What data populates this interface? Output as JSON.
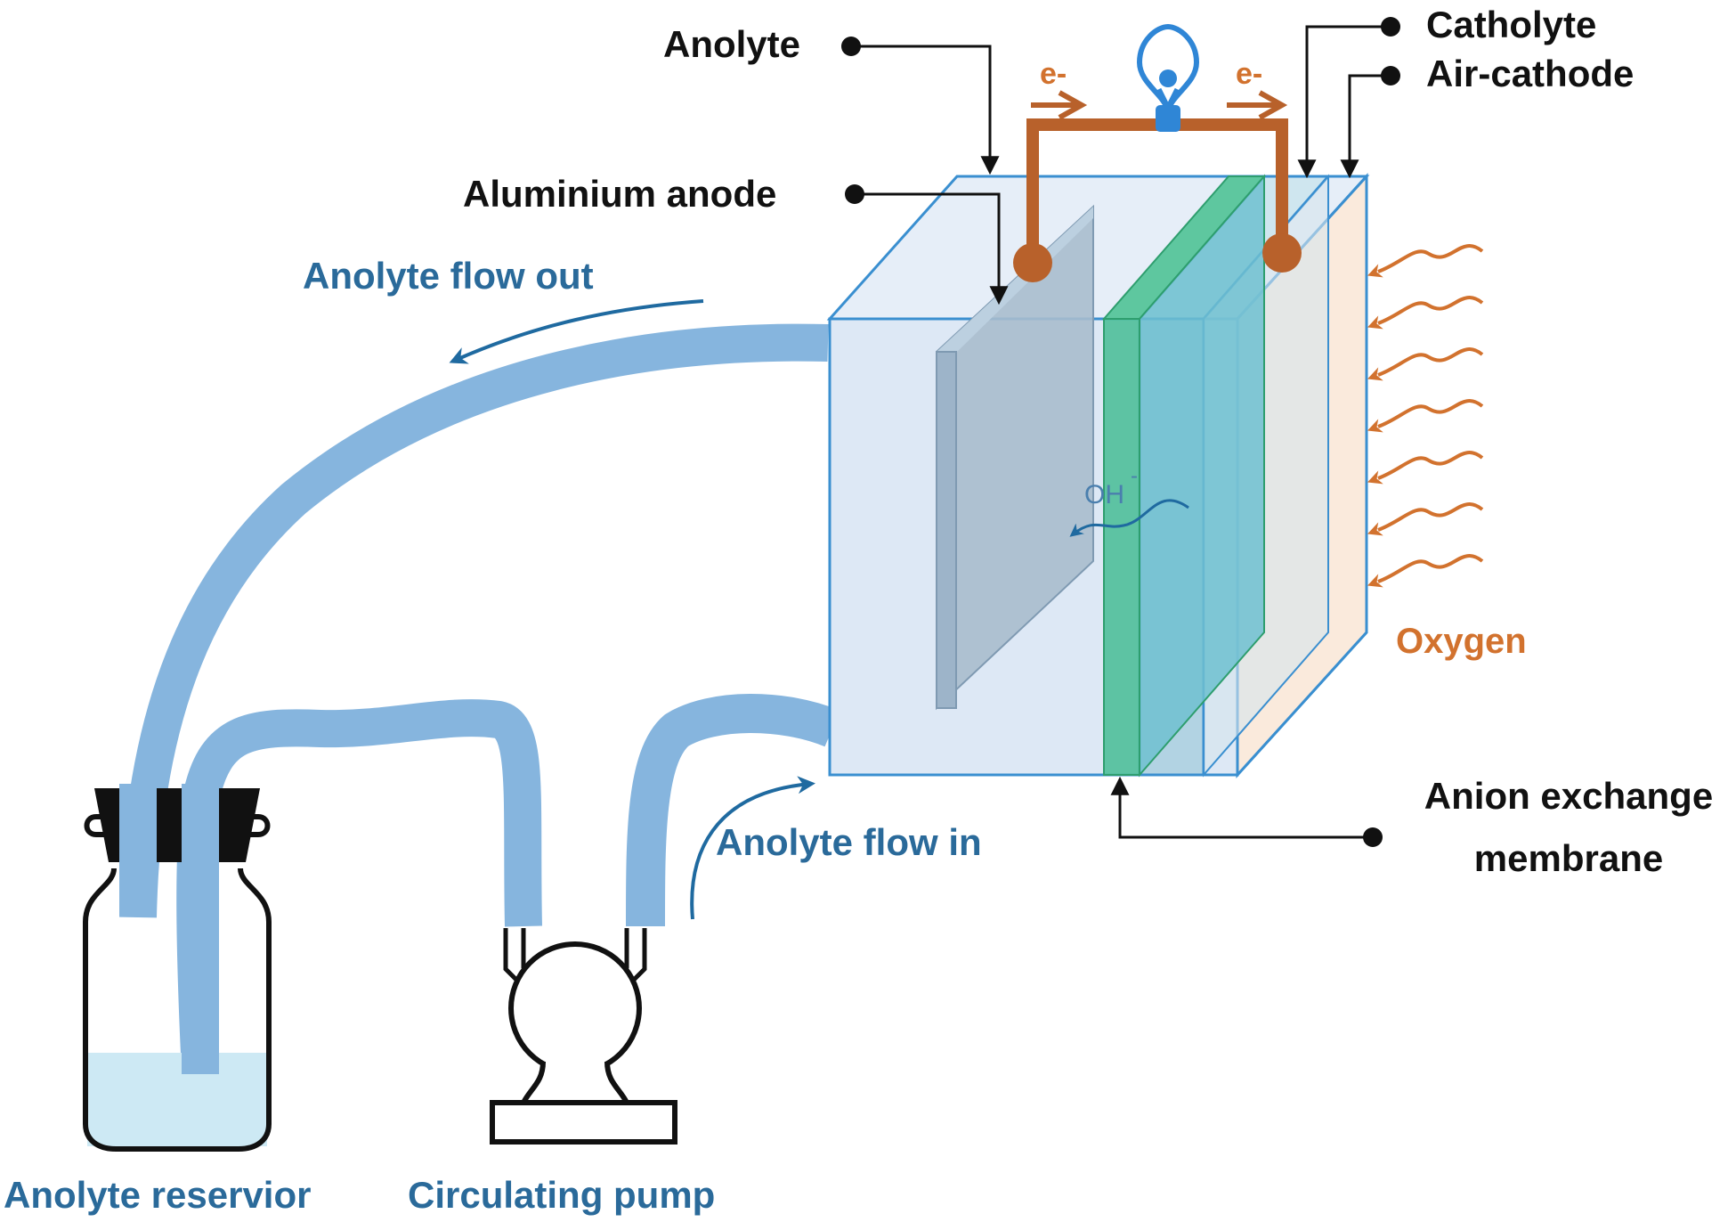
{
  "labels": {
    "anolyte": "Anolyte",
    "aluminium_anode": "Aluminium anode",
    "catholyte": "Catholyte",
    "air_cathode": "Air-cathode",
    "anolyte_flow_out": "Anolyte flow out",
    "anolyte_flow_in": "Anolyte flow in",
    "electron_left": "e-",
    "electron_right": "e-",
    "hydroxide_ion": "OH",
    "hydroxide_charge": "-",
    "oxygen": "Oxygen",
    "membrane_line1": "Anion exchange",
    "membrane_line2": "membrane",
    "reservoir": "Anolyte reservior",
    "pump": "Circulating pump"
  },
  "colors": {
    "label_black": "#111111",
    "label_blue": "#2a6a9a",
    "label_orange": "#d2722e",
    "tube": "#86b5de",
    "cell_outline": "#3a8fd0",
    "cell_fill": "#dde8f5",
    "anode_plate": "#a9bccd",
    "membrane": "#4fbf9a",
    "catholyte": "#86c2dc",
    "air_cathode": "#fbe9d8",
    "wire": "#b8612b",
    "bulb": "#2f86d6",
    "liquid": "#cde9f4"
  }
}
